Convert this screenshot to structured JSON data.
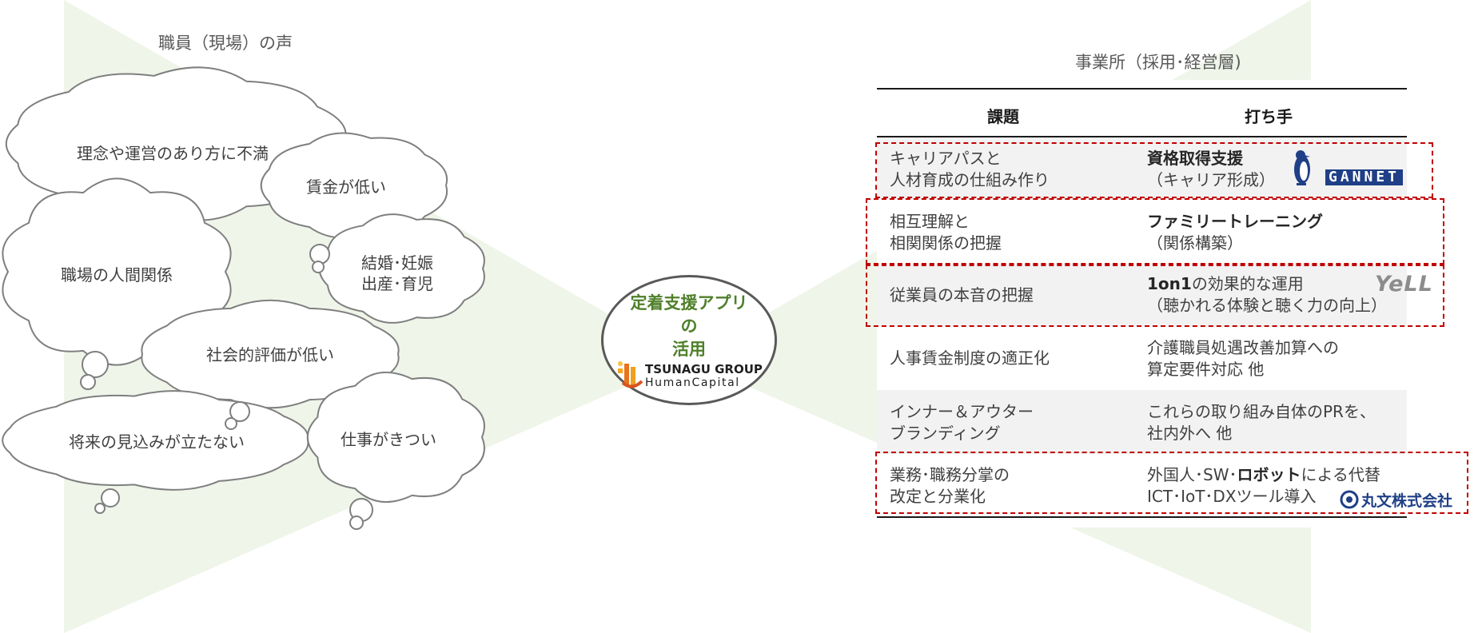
{
  "left_title": "職員（現場）の声",
  "right_title": "事業所（採用･経営層)",
  "clouds": [
    {
      "text": "理念や運営のあり方に不満"
    },
    {
      "text": "賃金が低い"
    },
    {
      "text": "職場の人間関係"
    },
    {
      "text": "結婚･妊娠\n出産･育児"
    },
    {
      "text": "社会的評価が低い"
    },
    {
      "text": "将来の見込みが立たない"
    },
    {
      "text": "仕事がきつい"
    }
  ],
  "hub": {
    "title": "定着支援アプリ\nの\n活用",
    "logo_main": "TSUNAGU GROUP",
    "logo_sub": "HumanCapital"
  },
  "table": {
    "headers": [
      "課題",
      "打ち手"
    ],
    "rows": [
      {
        "issue": "キャリアパスと\n人材育成の仕組み作り",
        "measure_bold": "資格取得支援",
        "measure_rest": "（キャリア形成）",
        "measure_rest_prefix": ""
      },
      {
        "issue": "相互理解と\n相関関係の把握",
        "measure_bold": "ファミリートレーニング",
        "measure_rest": "（関係構築）",
        "measure_rest_prefix": ""
      },
      {
        "issue": "従業員の本音の把握",
        "measure_bold": "1on1",
        "measure_rest_prefix": "の効果的な運用",
        "measure_rest": "（聴かれる体験と聴く力の向上）"
      },
      {
        "issue": "人事賃金制度の適正化",
        "measure_plain": "介護職員処遇改善加算への\n算定要件対応 他"
      },
      {
        "issue": "インナー＆アウター\nブランディング",
        "measure_plain": "これらの取り組み自体のPRを、\n社内外へ  他"
      },
      {
        "issue": "業務･職務分掌の\n改定と分業化",
        "m6_a": "外国人･SW･",
        "m6_b": "ロボット",
        "m6_c": "による代替",
        "m6_d": "ICT･IoT･DXツール導入"
      }
    ]
  },
  "logos": {
    "gannet": "GANNET",
    "yell": "YeLL",
    "marubun": "丸文株式会社"
  },
  "colors": {
    "accent_green": "#4f7f2a",
    "dash_red": "#c00000",
    "hourglass_green": "#e9f1e1",
    "row_shade": "#f2f2f2"
  }
}
